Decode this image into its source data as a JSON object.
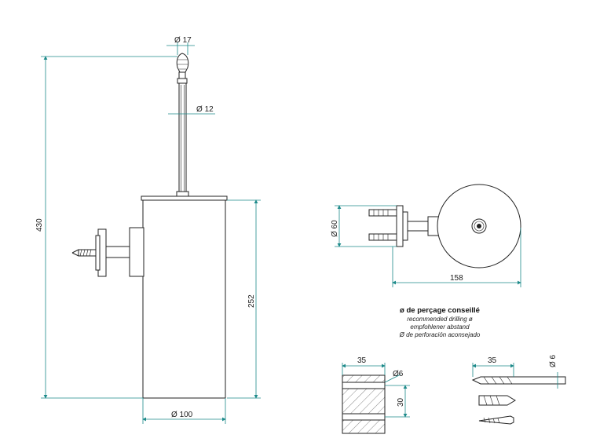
{
  "dimensions": {
    "finial_diameter": "17",
    "rod_diameter": "12",
    "total_height": "430",
    "holder_height": "252",
    "holder_diameter": "100",
    "bracket_height": "60",
    "wall_projection": "158",
    "detail_width": "35",
    "hole_diameter": "6",
    "hole_spacing": "30",
    "drill_length": "35",
    "drill_diameter": "6"
  },
  "dimension_prefix": "Ø",
  "drilling_note": {
    "fr": "ø de perçage conseillé",
    "en": "recommended drilling ø",
    "de": "empfohlener abstand",
    "es": "Ø de perforación aconsejado"
  },
  "colors": {
    "dimension_lines": "#1d8a8a",
    "outlines": "#222222"
  }
}
